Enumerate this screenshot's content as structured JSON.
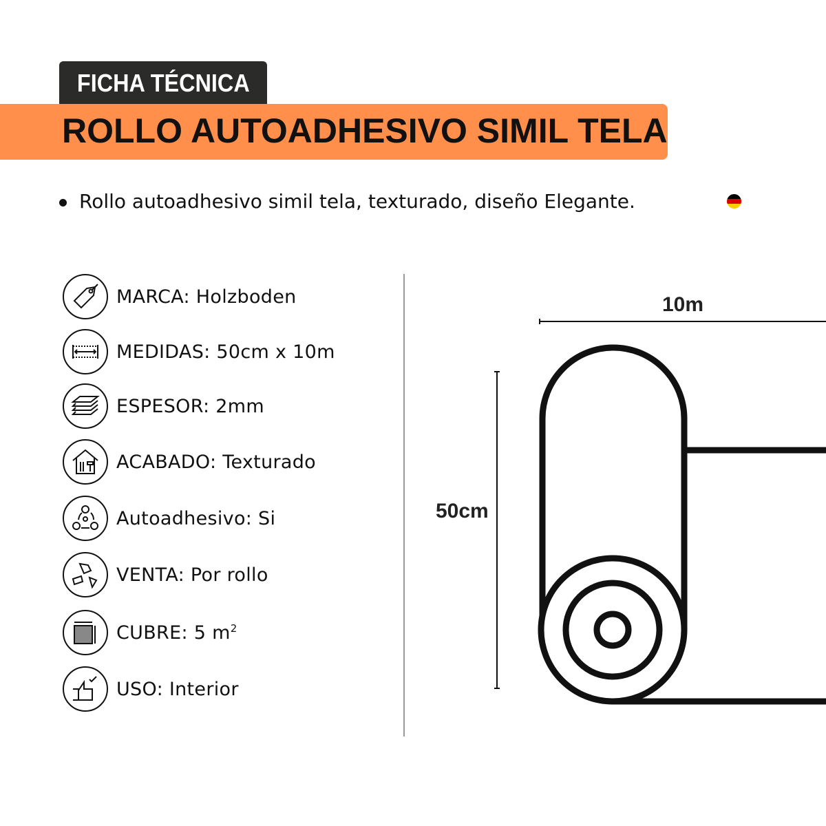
{
  "header": {
    "tag": "FICHA TÉCNICA",
    "title": "ROLLO AUTOADHESIVO SIMIL TELA"
  },
  "description": "Rollo autoadhesivo simil tela, texturado, diseño Elegante.",
  "flag": {
    "country": "germany",
    "colors": [
      "#000000",
      "#dd0000",
      "#ffce00"
    ]
  },
  "accent": "#ff8f4b",
  "specs": [
    {
      "icon": "tag-icon",
      "label": "MARCA: Holzboden"
    },
    {
      "icon": "measure-icon",
      "label": "MEDIDAS: 50cm x 10m"
    },
    {
      "icon": "layers-icon",
      "label": "ESPESOR: 2mm"
    },
    {
      "icon": "house-tools-icon",
      "label": "ACABADO: Texturado"
    },
    {
      "icon": "cycle-icon",
      "label": "Autoadhesivo: Si"
    },
    {
      "icon": "pieces-icon",
      "label": "VENTA: Por rollo"
    },
    {
      "icon": "area-icon",
      "label": "CUBRE: 5 m",
      "sup": "2"
    },
    {
      "icon": "thumbs-up-icon",
      "label": "USO: Interior"
    }
  ],
  "diagram": {
    "width_label": "10m",
    "height_label": "50cm"
  }
}
